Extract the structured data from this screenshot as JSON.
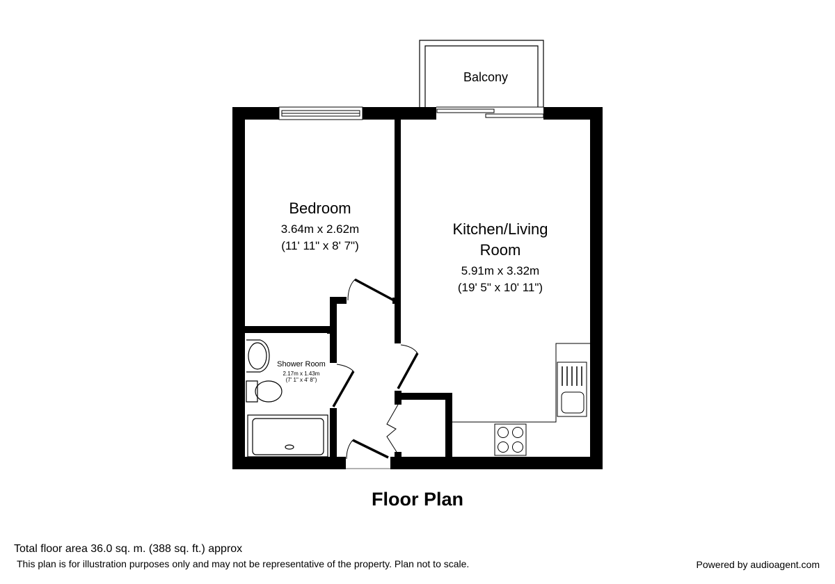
{
  "plan": {
    "title": "Floor Plan",
    "rooms": [
      {
        "name": "Bedroom",
        "dim_metric": "3.64m x 2.62m",
        "dim_imperial": "(11' 11\" x 8' 7\")"
      },
      {
        "name_line1": "Kitchen/Living",
        "name_line2": "Room",
        "dim_metric": "5.91m x 3.32m",
        "dim_imperial": "(19' 5\" x 10' 11\")"
      },
      {
        "name": "Shower Room",
        "dim_metric": "2.17m x 1.43m",
        "dim_imperial": "(7' 1\" x 4' 8\")"
      },
      {
        "name": "Balcony"
      }
    ],
    "colors": {
      "wall": "#000000",
      "background": "#ffffff",
      "line": "#000000"
    }
  },
  "footer": {
    "total_area": "Total floor area 36.0 sq. m. (388 sq. ft.) approx",
    "disclaimer": "This plan is for illustration purposes only and may not be representative of the property. Plan not to scale.",
    "powered_by": "Powered by audioagent.com"
  }
}
